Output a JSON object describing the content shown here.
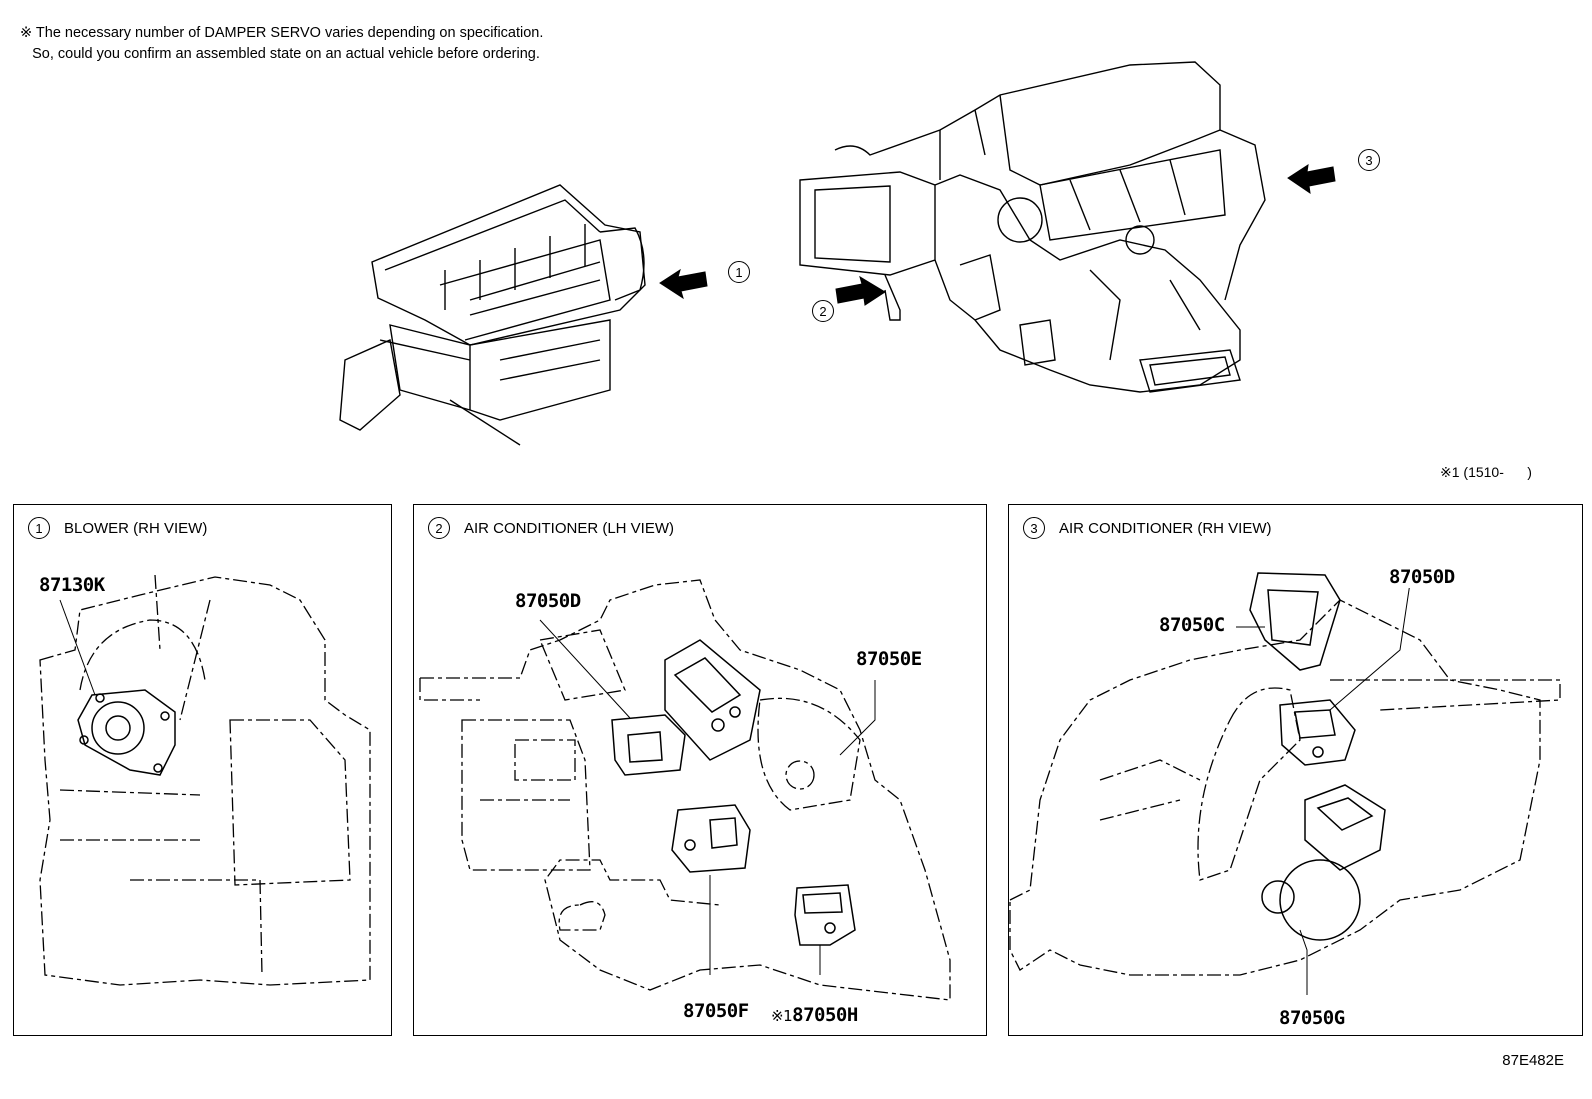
{
  "note": {
    "line1": "※ The necessary number of DAMPER SERVO varies depending on specification.",
    "line2": "   So, could you confirm an assembled state on an actual vehicle before ordering."
  },
  "overview_callouts": [
    "1",
    "2",
    "3"
  ],
  "effective_date": "※1 (1510-      )",
  "panels": [
    {
      "num": "1",
      "title": "BLOWER (RH VIEW)",
      "parts": [
        "87130K"
      ]
    },
    {
      "num": "2",
      "title": "AIR CONDITIONER (LH VIEW)",
      "parts": [
        "87050D",
        "87050E",
        "87050F",
        "87050H"
      ],
      "note_mark": "※1"
    },
    {
      "num": "3",
      "title": "AIR CONDITIONER (RH VIEW)",
      "parts": [
        "87050D",
        "87050C",
        "87050G"
      ]
    }
  ],
  "illustration_code": "87E482E"
}
